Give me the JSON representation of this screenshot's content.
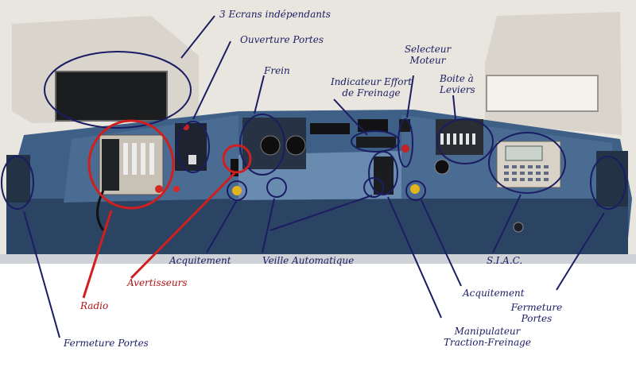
{
  "labels": {
    "ecrans": "3 Ecrans indépendants",
    "ouverture_portes": "Ouverture Portes",
    "frein": "Frein",
    "indicateur_line1": "Indicateur Effort",
    "indicateur_line2": "de Freinage",
    "selecteur_line1": "Selecteur",
    "selecteur_line2": "Moteur",
    "boite_line1": "Boite à",
    "boite_line2": "Leviers",
    "acquitement_left": "Acquitement",
    "veille": "Veille Automatique",
    "avertisseurs": "Avertisseurs",
    "radio": "Radio",
    "fermeture_left": "Fermeture Portes",
    "siac": "S.I.A.C.",
    "acquitement_right": "Acquitement",
    "fermeture_right_line1": "Fermeture",
    "fermeture_right_line2": "Portes",
    "manip_line1": "Manipulateur",
    "manip_line2": "Traction-Freinage"
  },
  "colors": {
    "annotation_blue": "#1b1d63",
    "annotation_red": "#d11f1f",
    "console_blue": "#3e5f86",
    "console_dark": "#2c4463",
    "wall_grey": "#d6d3cc"
  }
}
